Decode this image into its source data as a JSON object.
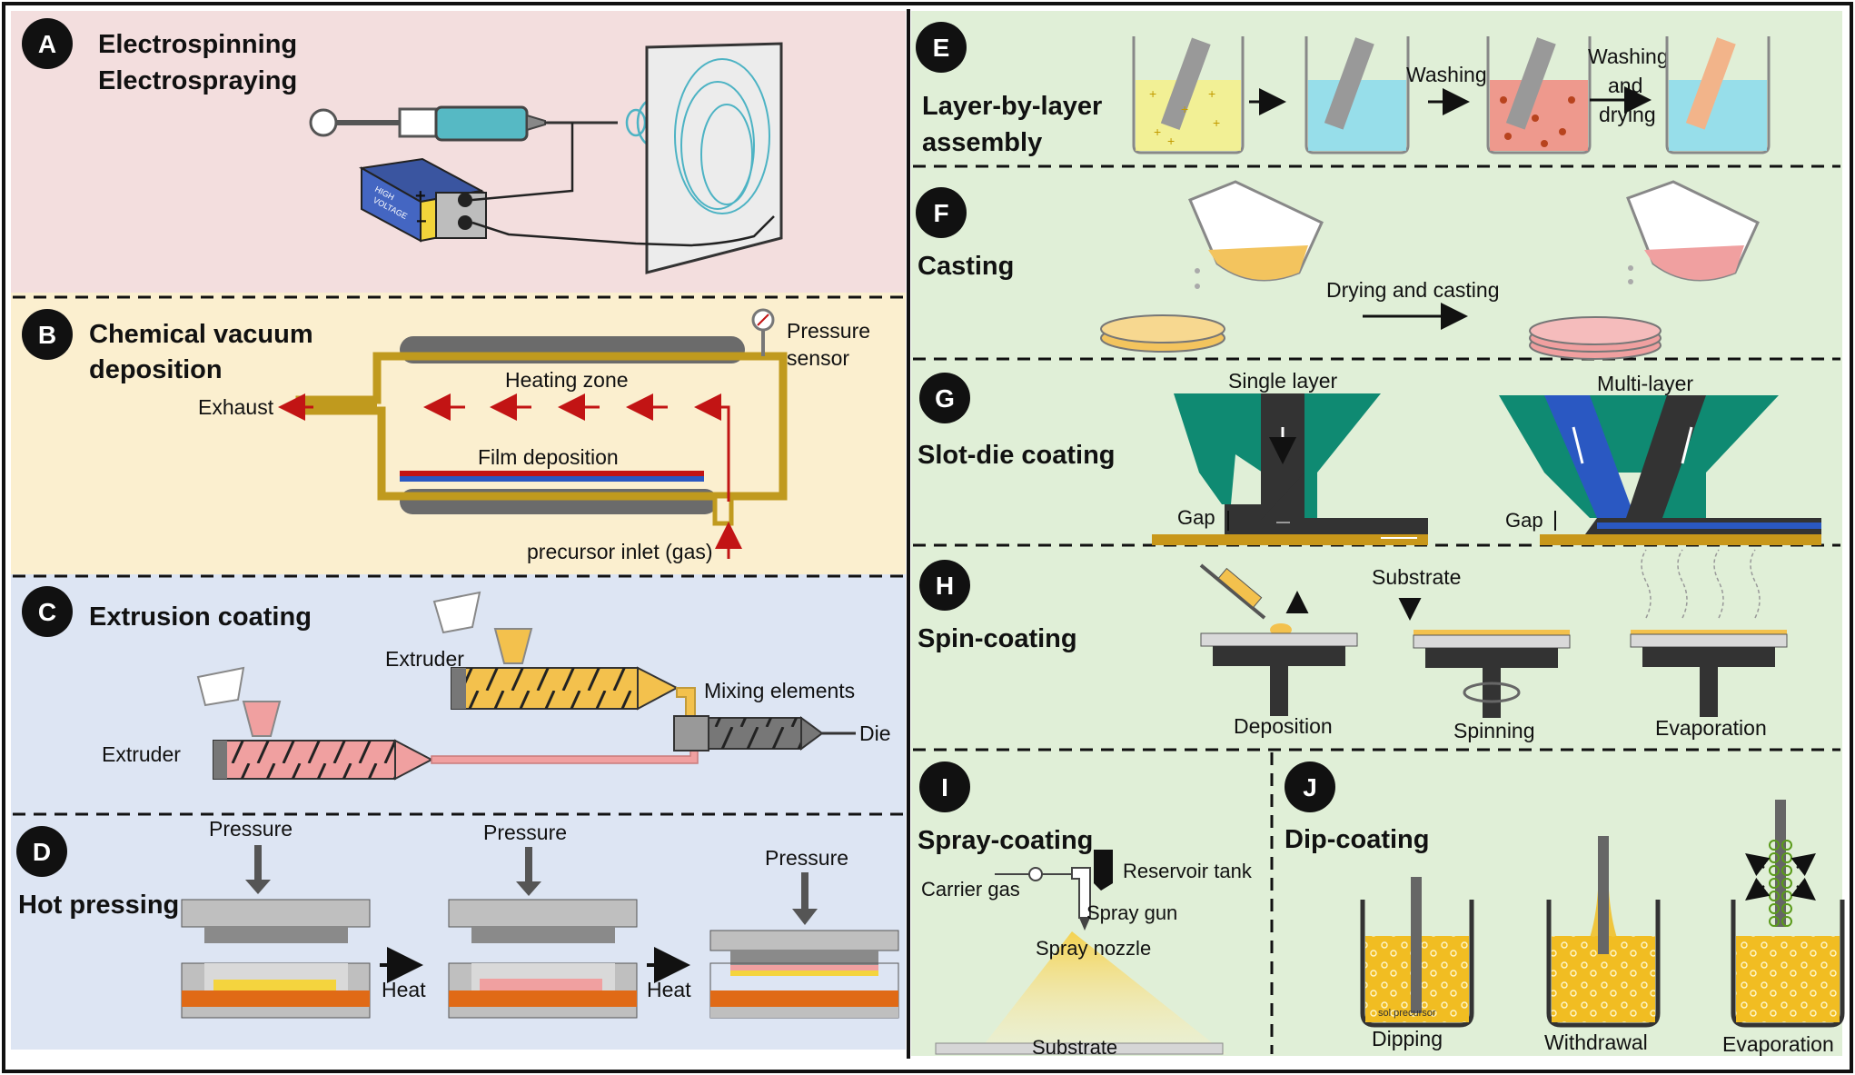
{
  "panels": {
    "A": {
      "letter": "A",
      "title_line1": "Electrospinning",
      "title_line2": "Electrospraying",
      "battery_text1": "HIGH",
      "battery_text2": "VOLTAGE",
      "plus": "+",
      "minus": "−"
    },
    "B": {
      "letter": "B",
      "title_line1": "Chemical vacuum",
      "title_line2": "deposition",
      "pressure_line1": "Pressure",
      "pressure_line2": "sensor",
      "heating_zone": "Heating zone",
      "exhaust": "Exhaust",
      "film_deposition": "Film deposition",
      "precursor_inlet": "precursor inlet (gas)"
    },
    "C": {
      "letter": "C",
      "title": "Extrusion coating",
      "extruder_top": "Extruder",
      "extruder_bottom": "Extruder",
      "mixing_elements": "Mixing elements",
      "die": "Die"
    },
    "D": {
      "letter": "D",
      "title": "Hot pressing",
      "pressure1": "Pressure",
      "pressure2": "Pressure",
      "pressure3": "Pressure",
      "heat1": "Heat",
      "heat2": "Heat"
    },
    "E": {
      "letter": "E",
      "title_line1": "Layer-by-layer",
      "title_line2": "assembly",
      "washing": "Washing",
      "washing2_line1": "Washing",
      "washing2_line2": "and",
      "washing2_line3": "drying"
    },
    "F": {
      "letter": "F",
      "title": "Casting",
      "drying_casting": "Drying and casting"
    },
    "G": {
      "letter": "G",
      "title": "Slot-die coating",
      "single_layer": "Single layer",
      "multi_layer": "Multi-layer",
      "gap1": "Gap",
      "gap2": "Gap"
    },
    "H": {
      "letter": "H",
      "title": "Spin-coating",
      "substrate": "Substrate",
      "deposition": "Deposition",
      "spinning": "Spinning",
      "evaporation": "Evaporation"
    },
    "I": {
      "letter": "I",
      "title": "Spray-coating",
      "carrier_gas": "Carrier gas",
      "reservoir_tank": "Reservoir tank",
      "spray_gun": "Spray gun",
      "spray_nozzle": "Spray nozzle",
      "substrate": "Substrate"
    },
    "J": {
      "letter": "J",
      "title": "Dip-coating",
      "sol_precursor": "sol precursor",
      "dipping": "Dipping",
      "withdrawal": "Withdrawal",
      "evaporation": "Evaporation"
    }
  },
  "colors": {
    "panel_A_bg": "#f3dede",
    "panel_B_bg": "#fbefcf",
    "panel_CD_bg": "#dde5f3",
    "panel_right_bg": "#e0efd7",
    "teal": "#0f8a72",
    "gold": "#c8971a",
    "orange_red": "#e06a16",
    "yellow": "#f2c230",
    "pink": "#f1a4a4",
    "cyan": "#8fdcec"
  }
}
